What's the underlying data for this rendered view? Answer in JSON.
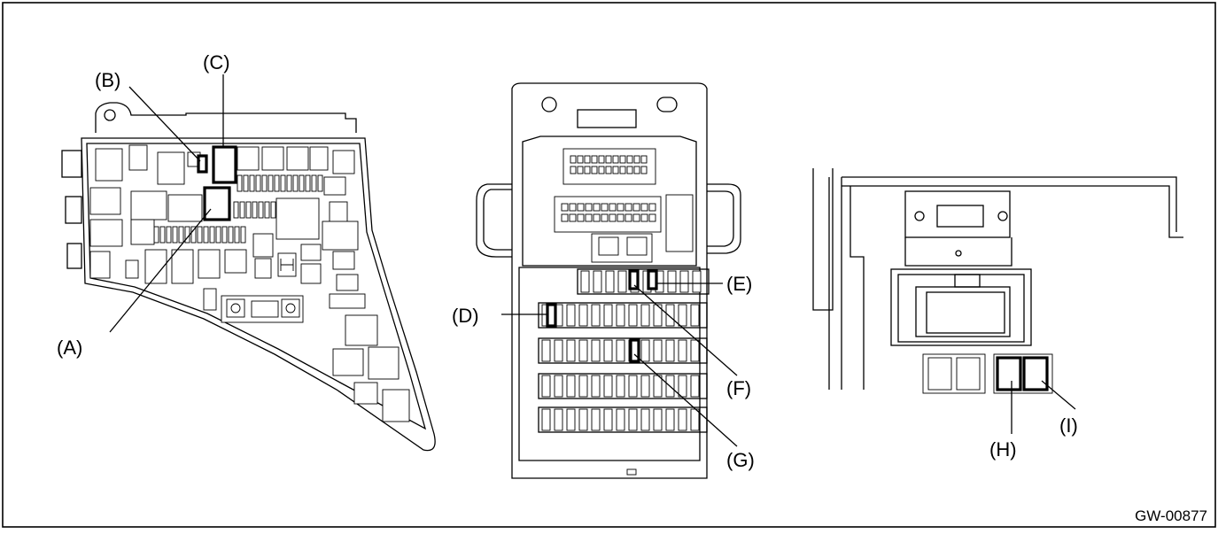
{
  "figure_code": "GW-00877",
  "callouts": {
    "A": "(A)",
    "B": "(B)",
    "C": "(C)",
    "D": "(D)",
    "E": "(E)",
    "F": "(F)",
    "G": "(G)",
    "H": "(H)",
    "I": "(I)"
  }
}
